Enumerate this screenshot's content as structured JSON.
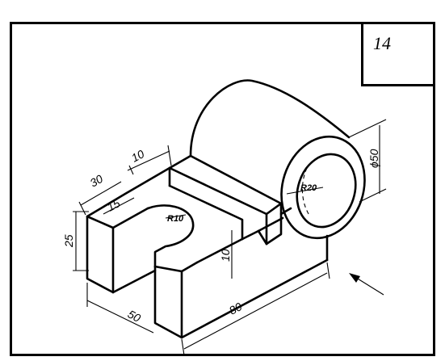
{
  "drawing": {
    "number": "14",
    "dimensions": {
      "width_30": "30",
      "height_10": "10",
      "slot_15": "15",
      "radius_r10": "R10",
      "height_25": "25",
      "length_50": "50",
      "length_80": "80",
      "radius_r20": "R20",
      "diameter_50": "ϕ50",
      "depth_10": "10"
    }
  }
}
